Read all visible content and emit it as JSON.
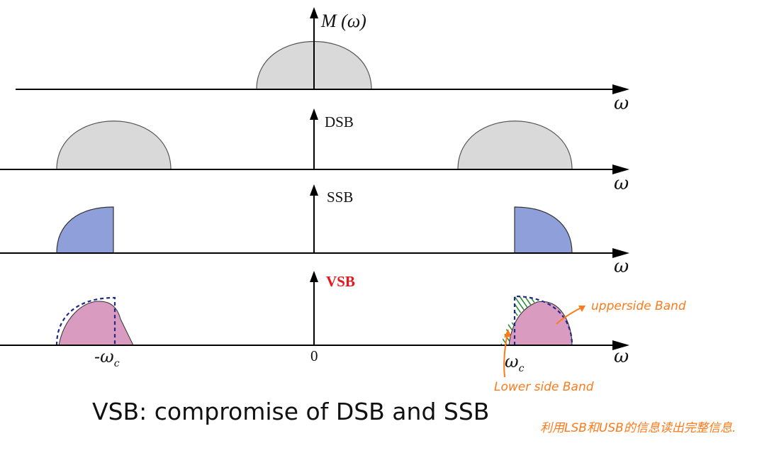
{
  "panels": [
    {
      "label": "M (ω)",
      "axis_label": "ω"
    },
    {
      "label": "DSB",
      "axis_label": "ω"
    },
    {
      "label": "SSB",
      "axis_label": "ω"
    },
    {
      "label": "VSB",
      "axis_label": "ω",
      "label_color": "#e8161b"
    }
  ],
  "ticks": {
    "neg": "-ω",
    "neg_sub": "c",
    "zero": "0",
    "pos": "ω",
    "pos_sub": "c"
  },
  "caption": "VSB: compromise of DSB and SSB",
  "annotations": {
    "upper": "upperside Band",
    "lower": "Lower side Band",
    "note": "利用LSB和USB的信息读出完整信息."
  },
  "colors": {
    "baseband": "#d9d9d9",
    "ssb": "#8f9fd9",
    "vsb": "#d99bc0",
    "dashed": "#1f2a8a",
    "hatch": "#1f8a2a",
    "annotation": "#ff7a1a"
  }
}
